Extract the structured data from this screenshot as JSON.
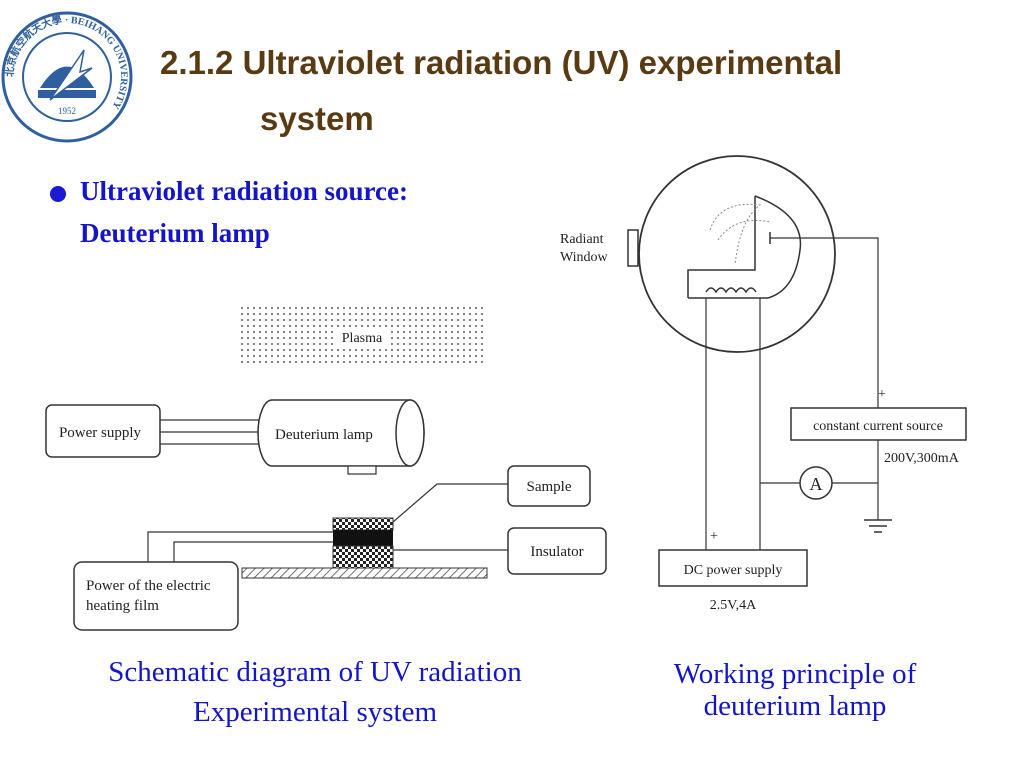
{
  "logo": {
    "ring_text": "北京航空航天大學 · BEIHANG UNIVERSITY",
    "year": "1952"
  },
  "title": {
    "line1": "2.1.2 Ultraviolet radiation (UV) experimental",
    "line2": "system"
  },
  "bullet": {
    "line1": "Ultraviolet radiation source:",
    "line2": "Deuterium lamp"
  },
  "schematic": {
    "plasma": "Plasma",
    "power_supply": "Power supply",
    "deuterium_lamp": "Deuterium lamp",
    "sample": "Sample",
    "insulator": "Insulator",
    "heating_power_line1": "Power of the electric",
    "heating_power_line2": "heating film"
  },
  "lamp_diagram": {
    "radiant_line1": "Radiant",
    "radiant_line2": "Window",
    "plus_top": "+",
    "constant_current": "constant current source",
    "current_rating": "200V,300mA",
    "ammeter": "A",
    "plus_bottom": "+",
    "dc_power": "DC power supply",
    "dc_rating": "2.5V,4A"
  },
  "captions": {
    "left_line1": "Schematic diagram of UV radiation",
    "left_line2": "Experimental system",
    "right_line1": "Working principle of",
    "right_line2": "deuterium lamp"
  },
  "colors": {
    "title": "#5a3a12",
    "text_blue": "#1414c8",
    "logo_blue": "#2f5f9e"
  }
}
